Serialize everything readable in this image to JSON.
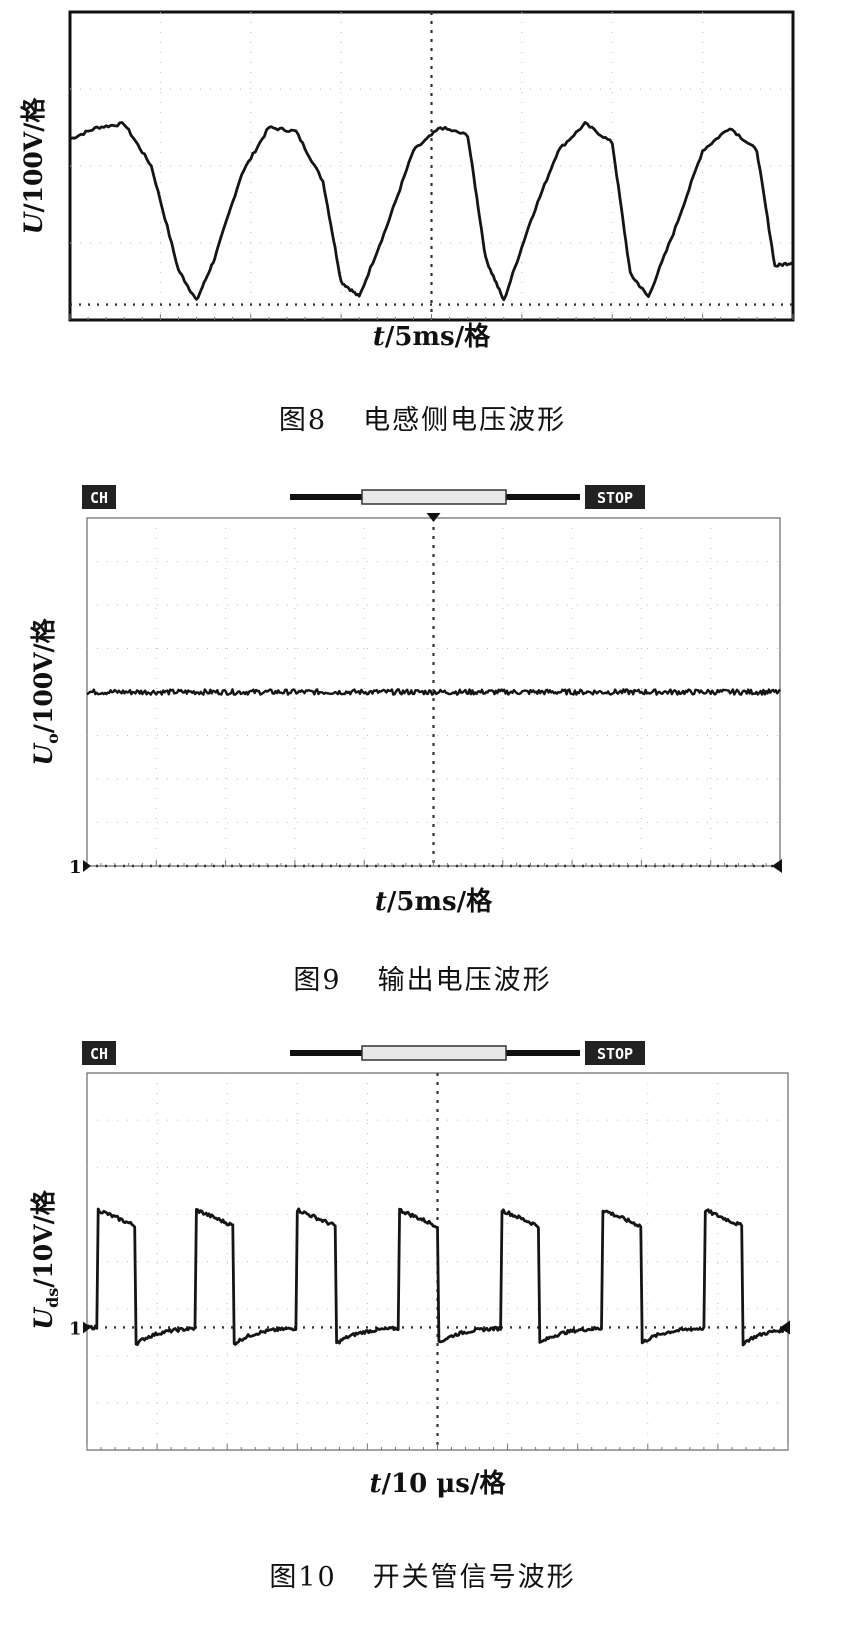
{
  "figures": [
    {
      "caption_number": "图8",
      "caption_text": "电感侧电压波形"
    },
    {
      "caption_number": "图9",
      "caption_text": "输出电压波形"
    },
    {
      "caption_number": "图10",
      "caption_text": "开关管信号波形"
    }
  ],
  "scope_labels": {
    "ch": "CH",
    "stop": "STOP",
    "ground_marker": "1"
  },
  "chart_data": [
    {
      "type": "line",
      "title": "",
      "xlabel_var": "t",
      "xlabel_unit": "/5ms/格",
      "ylabel_var": "U",
      "ylabel_sub": "",
      "ylabel_unit": "/100V/格",
      "x_divisions": 8,
      "y_divisions": 4,
      "grid": "dotted",
      "series": [
        {
          "shape": "rectified-sine",
          "x": [
            0,
            0.3,
            0.6,
            0.9,
            1.2,
            1.4,
            1.6,
            1.9,
            2.2,
            2.5,
            2.8,
            3.0,
            3.2,
            3.5,
            3.8,
            4.1,
            4.4,
            4.6,
            4.8,
            5.1,
            5.4,
            5.7,
            6.0,
            6.2,
            6.4,
            6.7,
            7.0,
            7.3,
            7.6,
            7.8,
            8.0
          ],
          "y": [
            2.15,
            2.3,
            2.35,
            1.8,
            0.45,
            0.05,
            0.6,
            1.7,
            2.3,
            2.25,
            1.6,
            0.3,
            0.1,
            1.0,
            2.0,
            2.3,
            2.2,
            0.6,
            0.05,
            1.1,
            2.0,
            2.35,
            2.1,
            0.4,
            0.1,
            1.0,
            2.0,
            2.3,
            2.0,
            0.5,
            0.55
          ]
        }
      ]
    },
    {
      "type": "line",
      "title": "",
      "xlabel_var": "t",
      "xlabel_unit": "/5ms/格",
      "ylabel_var": "U",
      "ylabel_sub": "o",
      "ylabel_unit": "/100V/格",
      "x_divisions": 10,
      "y_divisions": 8,
      "grid": "dotted",
      "series": [
        {
          "shape": "flat-noisy",
          "level": 4.0,
          "x_start": 0,
          "x_end": 10,
          "noise": 0.06
        }
      ]
    },
    {
      "type": "line",
      "title": "",
      "xlabel_var": "t",
      "xlabel_unit": "/10 μs/格",
      "ylabel_var": "U",
      "ylabel_sub": "ds",
      "ylabel_unit": "/10V/格",
      "x_divisions": 10,
      "y_divisions": 8,
      "grid": "dotted",
      "series": [
        {
          "shape": "square-pulses",
          "baseline": 0.0,
          "pulse_high": 2.5,
          "undershoot": -0.35,
          "pulse_starts": [
            0.15,
            1.55,
            3.0,
            4.45,
            5.9,
            7.35,
            8.8
          ],
          "pulse_width": 0.55,
          "x_start": 0,
          "x_end": 10
        }
      ]
    }
  ]
}
